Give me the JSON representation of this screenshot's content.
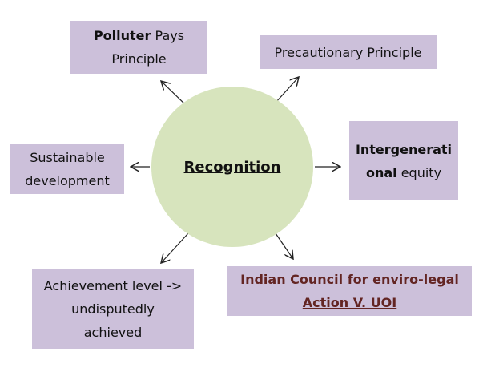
{
  "center": {
    "label": "Recognition"
  },
  "boxes": {
    "polluter": {
      "bold": "Polluter",
      "rest1": " Pays",
      "line2": "Principle"
    },
    "precautionary": {
      "label": "Precautionary Principle"
    },
    "intergenerational": {
      "bold1": "Intergenerati",
      "bold2": "onal",
      "rest": " equity"
    },
    "sustainable": {
      "line1": "Sustainable",
      "line2": "development"
    },
    "achievement": {
      "line1": "Achievement level ->",
      "line2": "undisputedly",
      "line3": "achieved"
    },
    "case": {
      "line1": "Indian Council for enviro-legal",
      "line2": "Action V. UOI"
    }
  },
  "colors": {
    "box": "#ccc0da",
    "circle": "#d7e4bd",
    "case_text": "#632523"
  }
}
